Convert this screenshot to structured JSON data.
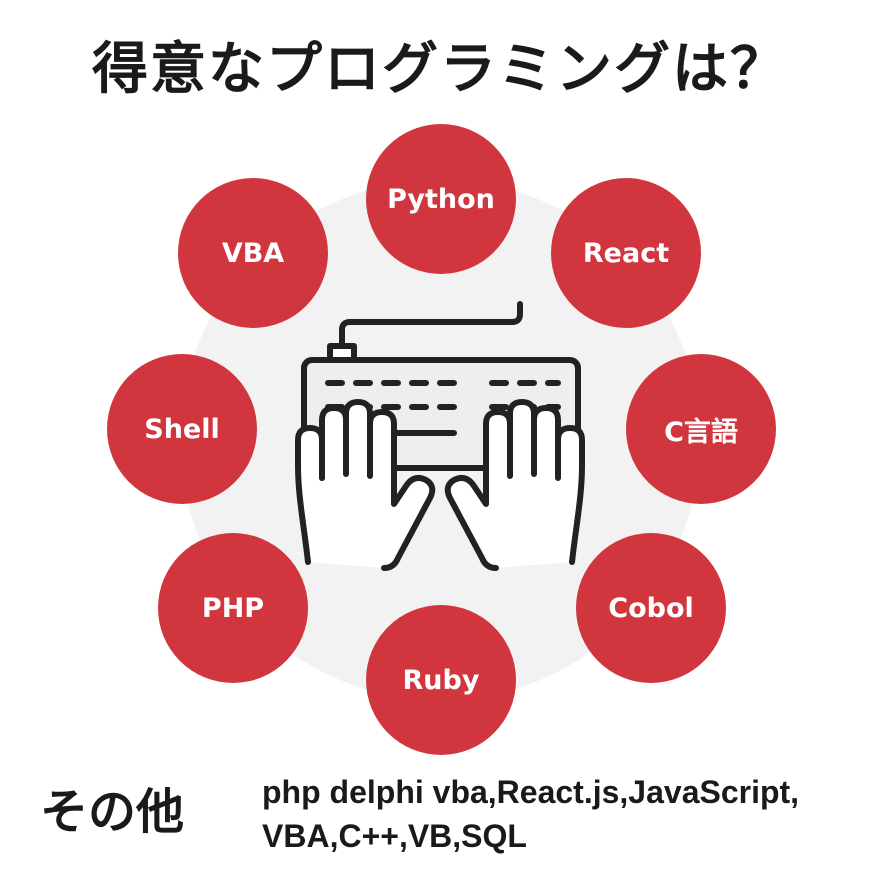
{
  "title": "得意なプログラミングは？",
  "languages": [
    {
      "label": "Python"
    },
    {
      "label": "React"
    },
    {
      "label": "C言語"
    },
    {
      "label": "Cobol"
    },
    {
      "label": "Ruby"
    },
    {
      "label": "PHP"
    },
    {
      "label": "Shell"
    },
    {
      "label": "VBA"
    }
  ],
  "other": {
    "label": "その他",
    "text": "php delphi vba,React.js,JavaScript,\nVBA,C++,VB,SQL"
  },
  "colors": {
    "circle": "#d1363f",
    "background_disc": "#f2f2f2",
    "line": "#222222",
    "keyboard_fill": "#eeeeee"
  },
  "illustration": {
    "icon": "keyboard-typing-hands-icon"
  }
}
